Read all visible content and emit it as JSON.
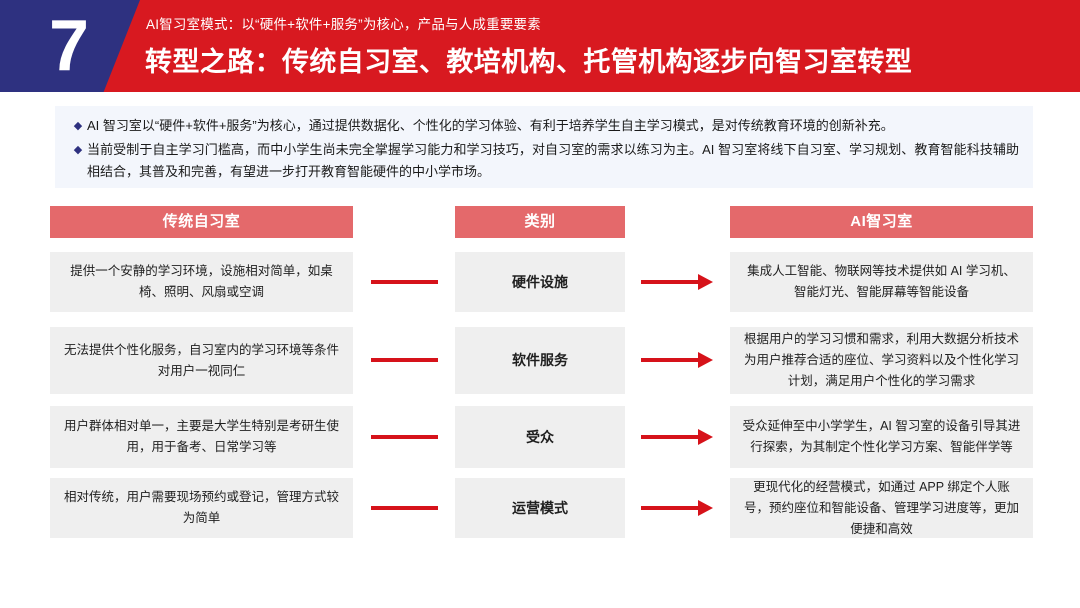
{
  "banner": {
    "number": "7",
    "subtitle": "AI智习室模式：以“硬件+软件+服务”为核心，产品与人成重要要素",
    "title": "转型之路：传统自习室、教培机构、托管机构逐步向智习室转型",
    "navy_color": "#2e3180",
    "red_color": "#d81920"
  },
  "intro": {
    "bullet_glyph": "◆",
    "bullets": [
      "AI 智习室以“硬件+软件+服务”为核心，通过提供数据化、个性化的学习体验、有利于培养学生自主学习模式，是对传统教育环境的创新补充。",
      "当前受制于自主学习门槛高，而中小学生尚未完全掌握学习能力和学习技巧，对自习室的需求以练习为主。AI 智习室将线下自习室、学习规划、教育智能科技辅助相结合，其普及和完善，有望进一步打开教育智能硬件的中小学市场。"
    ]
  },
  "table": {
    "header_color": "#e4696b",
    "cell_color": "#efefef",
    "connector_color": "#d6121a",
    "headers": {
      "left": "传统自习室",
      "middle": "类别",
      "right": "AI智习室"
    },
    "rows": [
      {
        "category": "硬件设施",
        "left": "提供一个安静的学习环境，设施相对简单，如桌椅、照明、风扇或空调",
        "right": "集成人工智能、物联网等技术提供如 AI 学习机、智能灯光、智能屏幕等智能设备"
      },
      {
        "category": "软件服务",
        "left": "无法提供个性化服务，自习室内的学习环境等条件对用户一视同仁",
        "right": "根据用户的学习习惯和需求，利用大数据分析技术为用户推荐合适的座位、学习资料以及个性化学习计划，满足用户个性化的学习需求"
      },
      {
        "category": "受众",
        "left": "用户群体相对单一，主要是大学生特别是考研生使用，用于备考、日常学习等",
        "right": "受众延伸至中小学学生，AI 智习室的设备引导其进行探索，为其制定个性化学习方案、智能伴学等"
      },
      {
        "category": "运营模式",
        "left": "相对传统，用户需要现场预约或登记，管理方式较为简单",
        "right": "更现代化的经营模式，如通过 APP 绑定个人账号，预约座位和智能设备、管理学习进度等，更加便捷和高效"
      }
    ]
  }
}
